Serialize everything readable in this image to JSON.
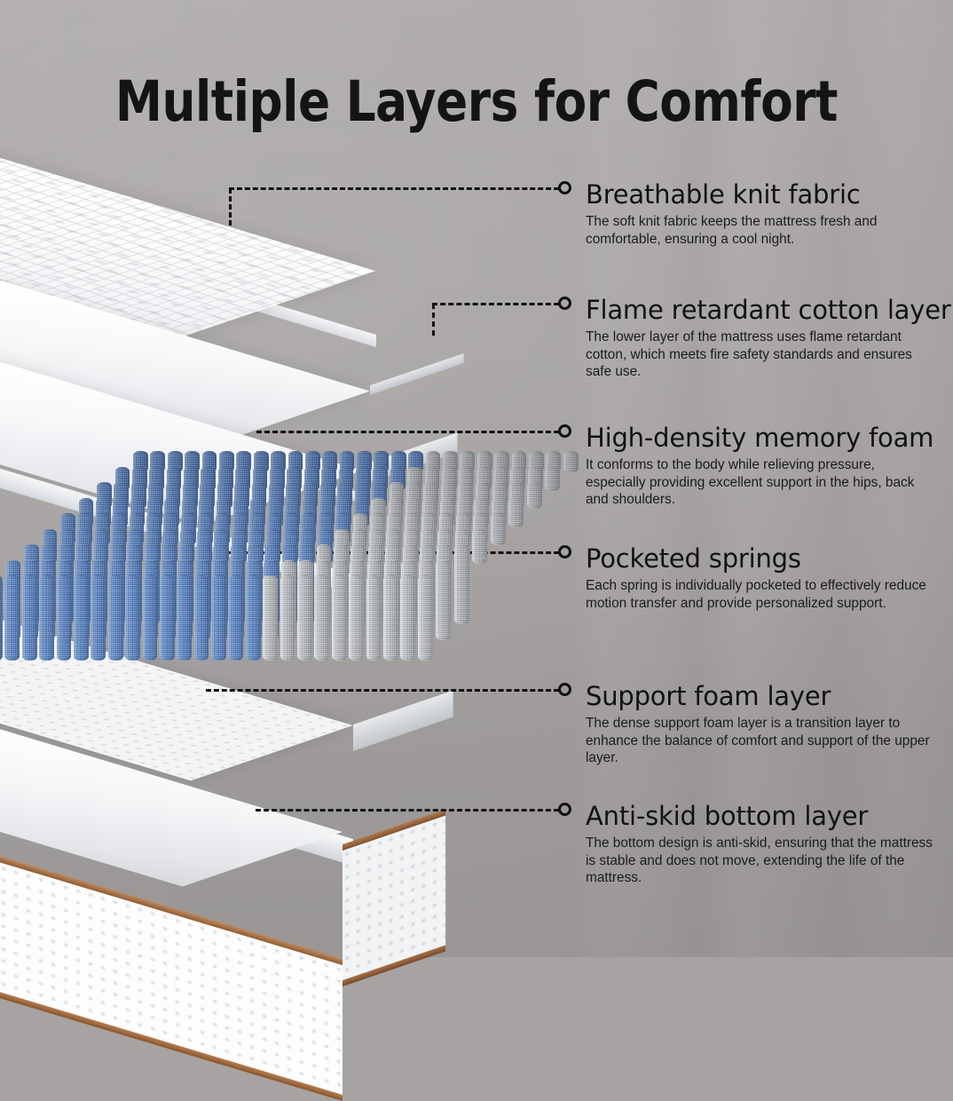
{
  "page": {
    "title": "Multiple Layers for Comfort",
    "background_color": "#a6a3a2",
    "text_color": "#121212",
    "accent_spring_blue": "#4a77bb",
    "accent_base_trim": "#a06a42"
  },
  "callouts": [
    {
      "marker": "ring-marker",
      "heading": "Breathable knit fabric",
      "body": "The soft knit fabric keeps the mattress fresh and comfortable, ensuring a cool night."
    },
    {
      "marker": "ring-marker",
      "heading": "Flame retardant cotton layer",
      "body": "The lower layer of the mattress uses flame retardant cotton, which meets fire safety standards and ensures safe use."
    },
    {
      "marker": "ring-marker",
      "heading": "High-density memory foam",
      "body": "It conforms to the body while relieving pressure, especially providing excellent support in the hips, back and shoulders."
    },
    {
      "marker": "ring-marker",
      "heading": "Pocketed springs",
      "body": "Each spring is individually pocketed to effectively reduce motion transfer and provide personalized support."
    },
    {
      "marker": "ring-marker",
      "heading": "Support foam layer",
      "body": "The dense support foam layer is a transition layer to enhance the balance of comfort and support of the upper layer."
    },
    {
      "marker": "ring-marker",
      "heading": "Anti-skid bottom layer",
      "body": "The bottom design is anti-skid, ensuring that the mattress is stable and does not move, extending the life of the mattress."
    }
  ],
  "illustration": {
    "name": "exploded-mattress-diagram",
    "layers": [
      "quilted-knit-cover",
      "flame-retardant-cotton-sheet",
      "high-density-memory-foam-slab",
      "pocketed-spring-unit",
      "support-foam-slab",
      "anti-skid-base-block"
    ]
  }
}
